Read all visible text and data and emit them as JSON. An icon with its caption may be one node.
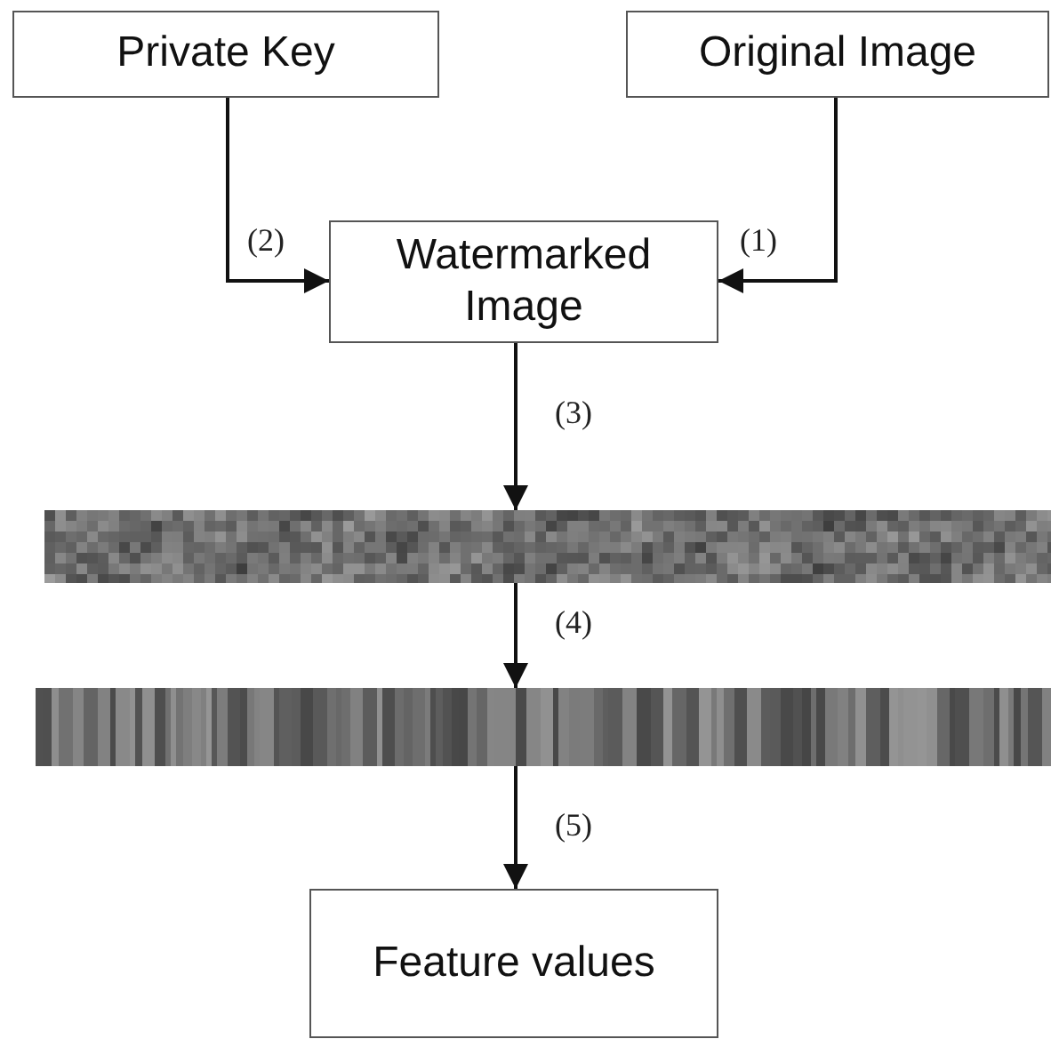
{
  "diagram": {
    "nodes": [
      {
        "text": [
          "Private Key"
        ]
      },
      {
        "text": [
          "Original Image"
        ]
      },
      {
        "text": [
          "Watermarked Image"
        ]
      },
      {
        "text": [],
        "shape": "picture"
      },
      {
        "text": [],
        "shape": "picture"
      },
      {
        "text": [
          "Feature values"
        ]
      }
    ],
    "edges": [
      {
        "from": 1,
        "to": 2,
        "arrow": "to",
        "label": "(1)"
      },
      {
        "from": 0,
        "to": 2,
        "arrow": "to",
        "label": "(2)"
      },
      {
        "from": 2,
        "to": 3,
        "arrow": "to",
        "label": "(3)"
      },
      {
        "from": 3,
        "to": 4,
        "arrow": "to",
        "label": "(4)"
      },
      {
        "from": 4,
        "to": 5,
        "arrow": "to",
        "label": "(5)"
      }
    ]
  }
}
